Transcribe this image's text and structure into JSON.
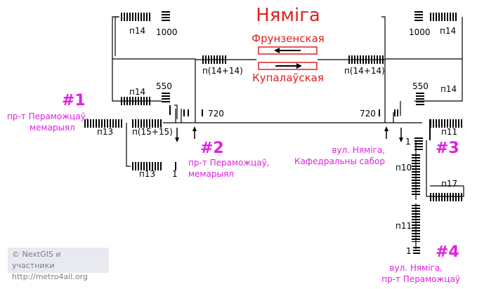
{
  "title": "Няміга",
  "platforms": {
    "upper": "Фрунзенская",
    "lower": "Купалаўская"
  },
  "exits": {
    "e1": {
      "num": "#1",
      "line1": "пр-т Пераможцаў,",
      "line2": "мемарыял"
    },
    "e2": {
      "num": "#2",
      "line1": "пр-т Пераможцаў,",
      "line2": "мемарыял"
    },
    "e3": {
      "num": "#3",
      "line1": "вул. Няміга,",
      "line2": "Кафедральны сабор"
    },
    "e4": {
      "num": "#4",
      "line1": "вул. Няміга,",
      "line2": "пр-т Пераможцаў"
    }
  },
  "labels": {
    "l_top_p14": "п14",
    "l_top_1000": "1000",
    "l_mid_p14": "п14",
    "l_mid_550": "550",
    "l_p1414_l": "п(14+14)",
    "l_720_l": "720",
    "l_p13_a": "п13",
    "l_p1515": "п(15+15)",
    "l_p13_b": "п13",
    "l_1_b": "1",
    "r_top_1000": "1000",
    "r_top_p14": "п14",
    "r_p1414": "п(14+14)",
    "r_550": "550",
    "r_mid_p14": "п14",
    "r_720": "720",
    "r_p11_a": "п11",
    "r_1_a": "1",
    "r_p10": "п10",
    "r_p17": "п17",
    "r_p11_b": "п11",
    "r_1_b": "1"
  },
  "credit": {
    "line1": "© NextGIS и участники",
    "line2": "http://metro4all.org"
  },
  "colors": {
    "accent": "#e020e0",
    "title": "#e02020",
    "line": "#000000"
  }
}
